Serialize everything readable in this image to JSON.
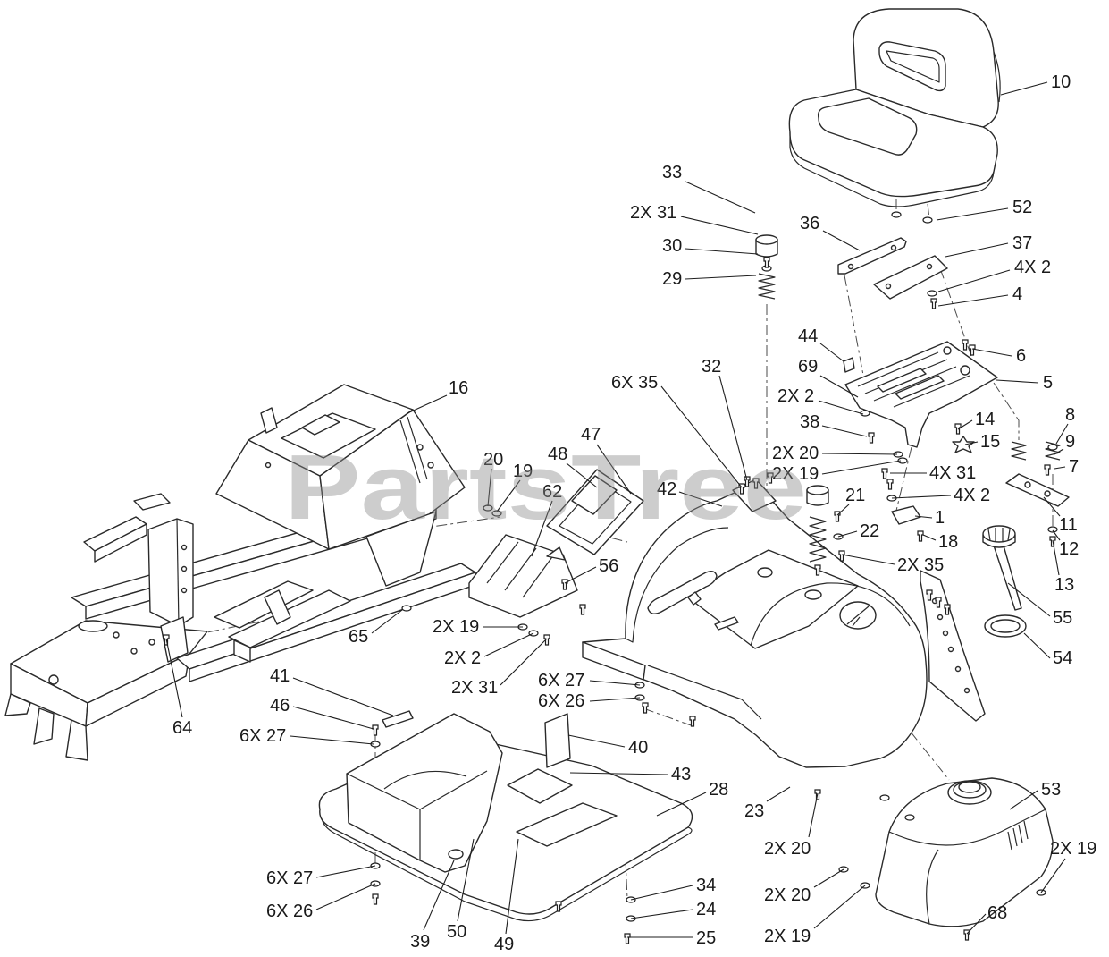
{
  "watermark": "PartsTree",
  "callouts": [
    "10",
    "52",
    "37",
    "4X 2",
    "4",
    "6",
    "5",
    "8",
    "9",
    "7",
    "11",
    "12",
    "13",
    "55",
    "54",
    "33",
    "2X 31",
    "30",
    "29",
    "36",
    "44",
    "69",
    "2X 2",
    "38",
    "2X 20",
    "2X 19",
    "14",
    "15",
    "4X 31",
    "4X 2",
    "1",
    "18",
    "21",
    "22",
    "2X 35",
    "32",
    "6X 35",
    "42",
    "16",
    "47",
    "48",
    "20",
    "19",
    "62",
    "56",
    "65",
    "2X 19",
    "2X 2",
    "2X 31",
    "64",
    "41",
    "46",
    "6X 27",
    "6X 27",
    "6X 26",
    "40",
    "43",
    "28",
    "23",
    "2X 20",
    "53",
    "2X 19",
    "2X 20",
    "2X 19",
    "68",
    "34",
    "24",
    "25",
    "39",
    "50",
    "49",
    "6X 27",
    "6X 26"
  ]
}
